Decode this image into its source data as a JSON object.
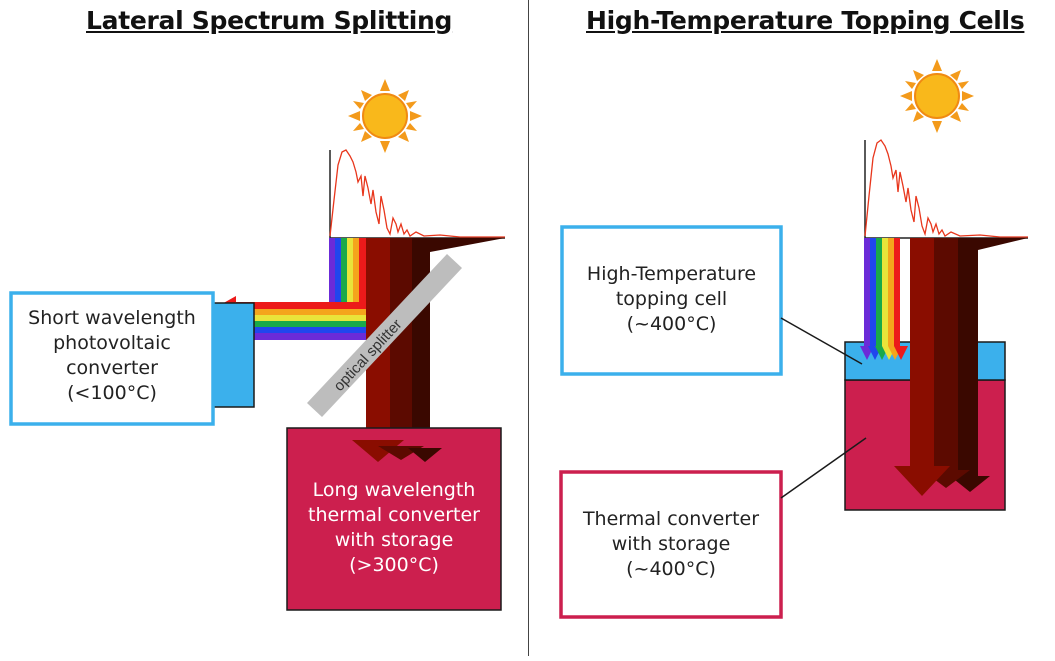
{
  "left_panel": {
    "title": "Lateral Spectrum Splitting",
    "pv_label": [
      "Short wavelength",
      "photovoltaic",
      "converter",
      "(<100°C)"
    ],
    "splitter_label": "optical splitter",
    "thermal_label": [
      "Long wavelength",
      "thermal converter",
      "with storage",
      "(>300°C)"
    ]
  },
  "right_panel": {
    "title": "High-Temperature Topping Cells",
    "topping_label": [
      "High-Temperature",
      "topping cell",
      "(~400°C)"
    ],
    "thermal_label": [
      "Thermal converter",
      "with storage",
      "(~400°C)"
    ]
  },
  "colors": {
    "pv_blue": "#3bb0ec",
    "thermal_red": "#cc1f4e",
    "splitter_gray": "#bdbdbd",
    "spectrum_red": "#e8361c",
    "sun_yellow": "#f9b81b",
    "sun_orange": "#f39a1b",
    "ir_dark1": "#8a0d00",
    "ir_dark2": "#5c0a00",
    "ir_dark3": "#3a0800",
    "rainbow": [
      "#6b2bd8",
      "#2046ee",
      "#19a94a",
      "#e9e43a",
      "#f4a51c",
      "#ec1a1a"
    ]
  }
}
